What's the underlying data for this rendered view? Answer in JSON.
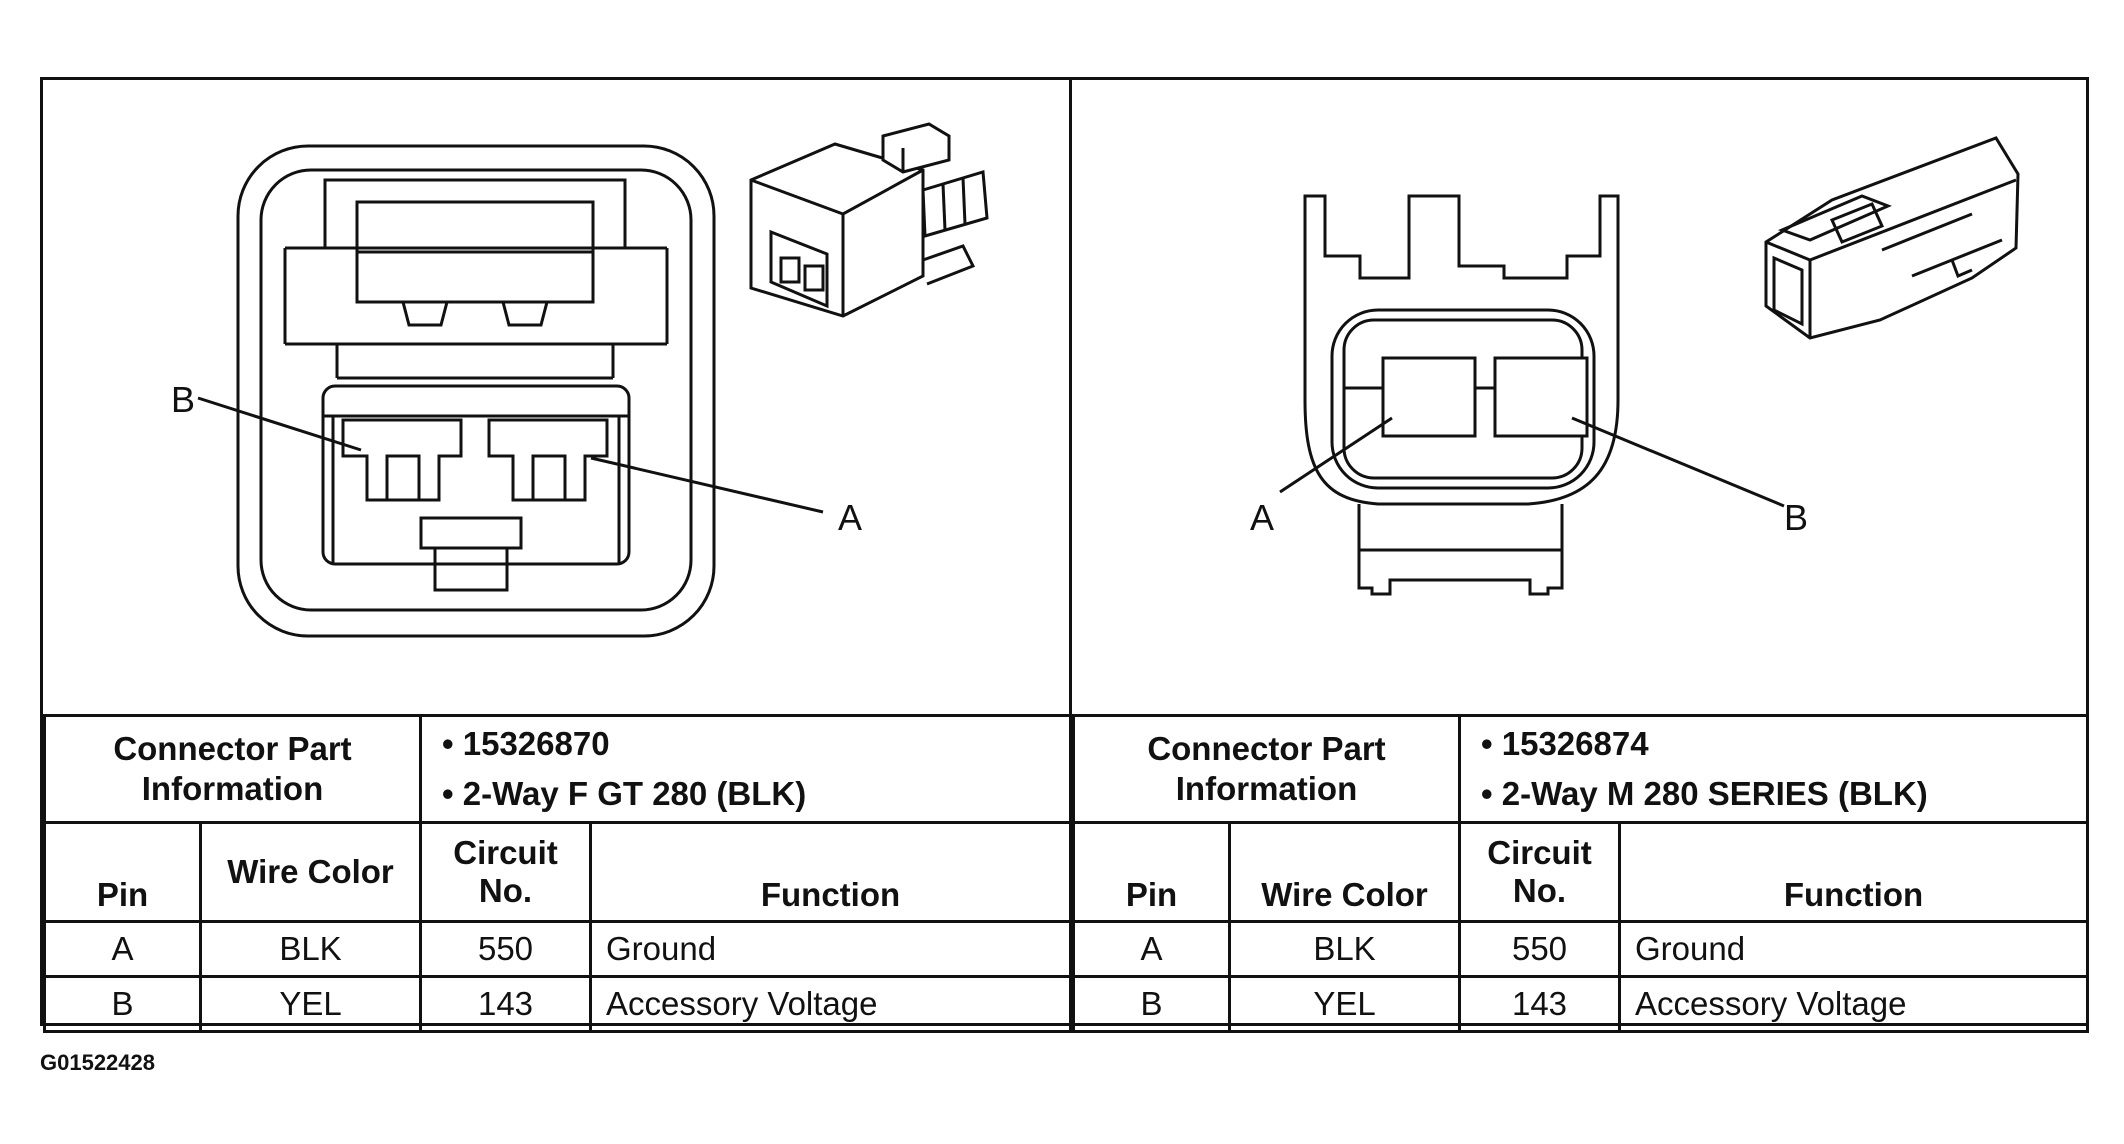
{
  "left": {
    "callouts": {
      "b": "B",
      "a": "A"
    },
    "info_label": "Connector Part Information",
    "part_lines": [
      "15326870",
      "2-Way F GT 280 (BLK)"
    ],
    "headers": {
      "pin": "Pin",
      "wire_color": "Wire Color",
      "circuit_no": "Circuit No.",
      "function": "Function"
    },
    "rows": [
      {
        "pin": "A",
        "wire_color": "BLK",
        "circuit_no": "550",
        "function": "Ground"
      },
      {
        "pin": "B",
        "wire_color": "YEL",
        "circuit_no": "143",
        "function": "Accessory Voltage"
      }
    ]
  },
  "right": {
    "callouts": {
      "a": "A",
      "b": "B"
    },
    "info_label": "Connector Part Information",
    "part_lines": [
      "15326874",
      "2-Way M 280 SERIES (BLK)"
    ],
    "headers": {
      "pin": "Pin",
      "wire_color": "Wire Color",
      "circuit_no": "Circuit No.",
      "function": "Function"
    },
    "rows": [
      {
        "pin": "A",
        "wire_color": "BLK",
        "circuit_no": "550",
        "function": "Ground"
      },
      {
        "pin": "B",
        "wire_color": "YEL",
        "circuit_no": "143",
        "function": "Accessory Voltage"
      }
    ]
  },
  "figure_code": "G01522428"
}
